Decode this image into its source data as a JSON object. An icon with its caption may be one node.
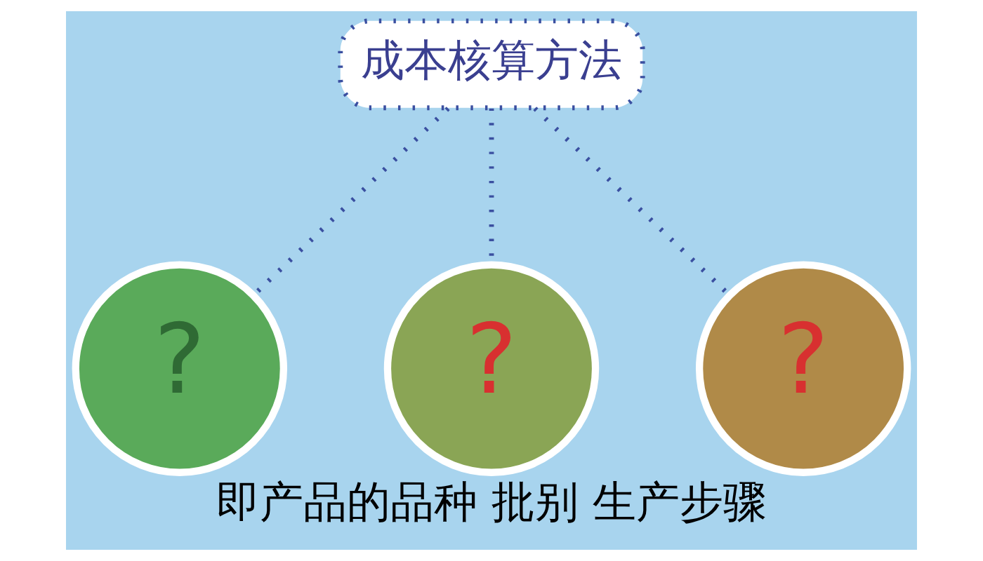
{
  "diagram": {
    "caption": "即产品的品种 批别 生产步骤",
    "nodes": [
      {
        "text": [
          "成本核算方法"
        ]
      },
      {
        "text": [
          "?"
        ]
      },
      {
        "text": [
          "?"
        ]
      },
      {
        "text": [
          "?"
        ]
      }
    ],
    "edges": [
      {
        "from": 0,
        "to": 1,
        "arrow": "none",
        "style": "dashed"
      },
      {
        "from": 0,
        "to": 2,
        "arrow": "none",
        "style": "dashed"
      },
      {
        "from": 0,
        "to": 3,
        "arrow": "none",
        "style": "dashed"
      }
    ]
  }
}
